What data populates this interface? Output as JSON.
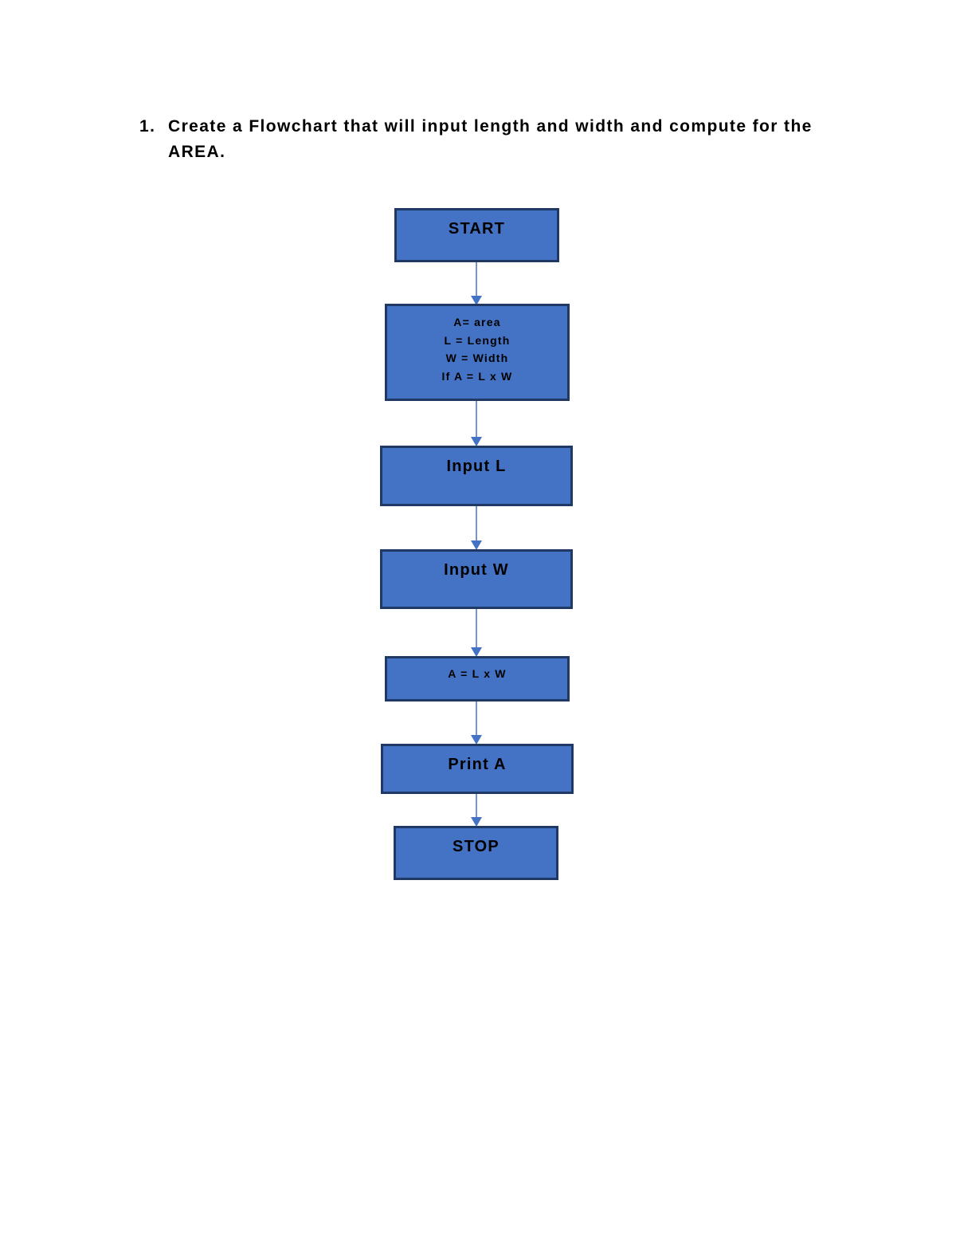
{
  "question": {
    "number": "1.",
    "text": "Create a Flowchart that will input length and width and compute for the AREA."
  },
  "flowchart": {
    "start": "START",
    "definitions": [
      "A= area",
      "L = Length",
      "W = Width",
      "If A = L x W"
    ],
    "input_l": "Input L",
    "input_w": "Input W",
    "compute": "A = L x W",
    "print": "Print A",
    "stop": "STOP"
  },
  "colors": {
    "box_fill": "#4472C4",
    "box_border": "#1F3864",
    "arrow": "#4472C4"
  }
}
